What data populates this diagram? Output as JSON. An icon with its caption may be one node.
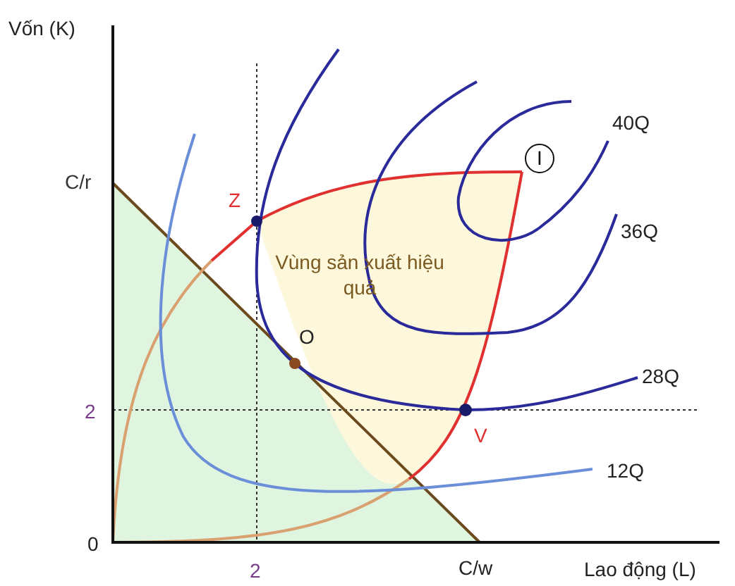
{
  "diagram": {
    "nodes": [
      {
        "text": [
          "I"
        ]
      }
    ],
    "labels": [
      "Vốn (K)",
      "C/r",
      "Z",
      "40Q",
      "36Q",
      "Vùng sản xuất hiệu quả",
      "O",
      "28Q",
      "2",
      "V",
      "12Q",
      "0",
      "2",
      "C/w",
      "Lao động (L)"
    ]
  }
}
